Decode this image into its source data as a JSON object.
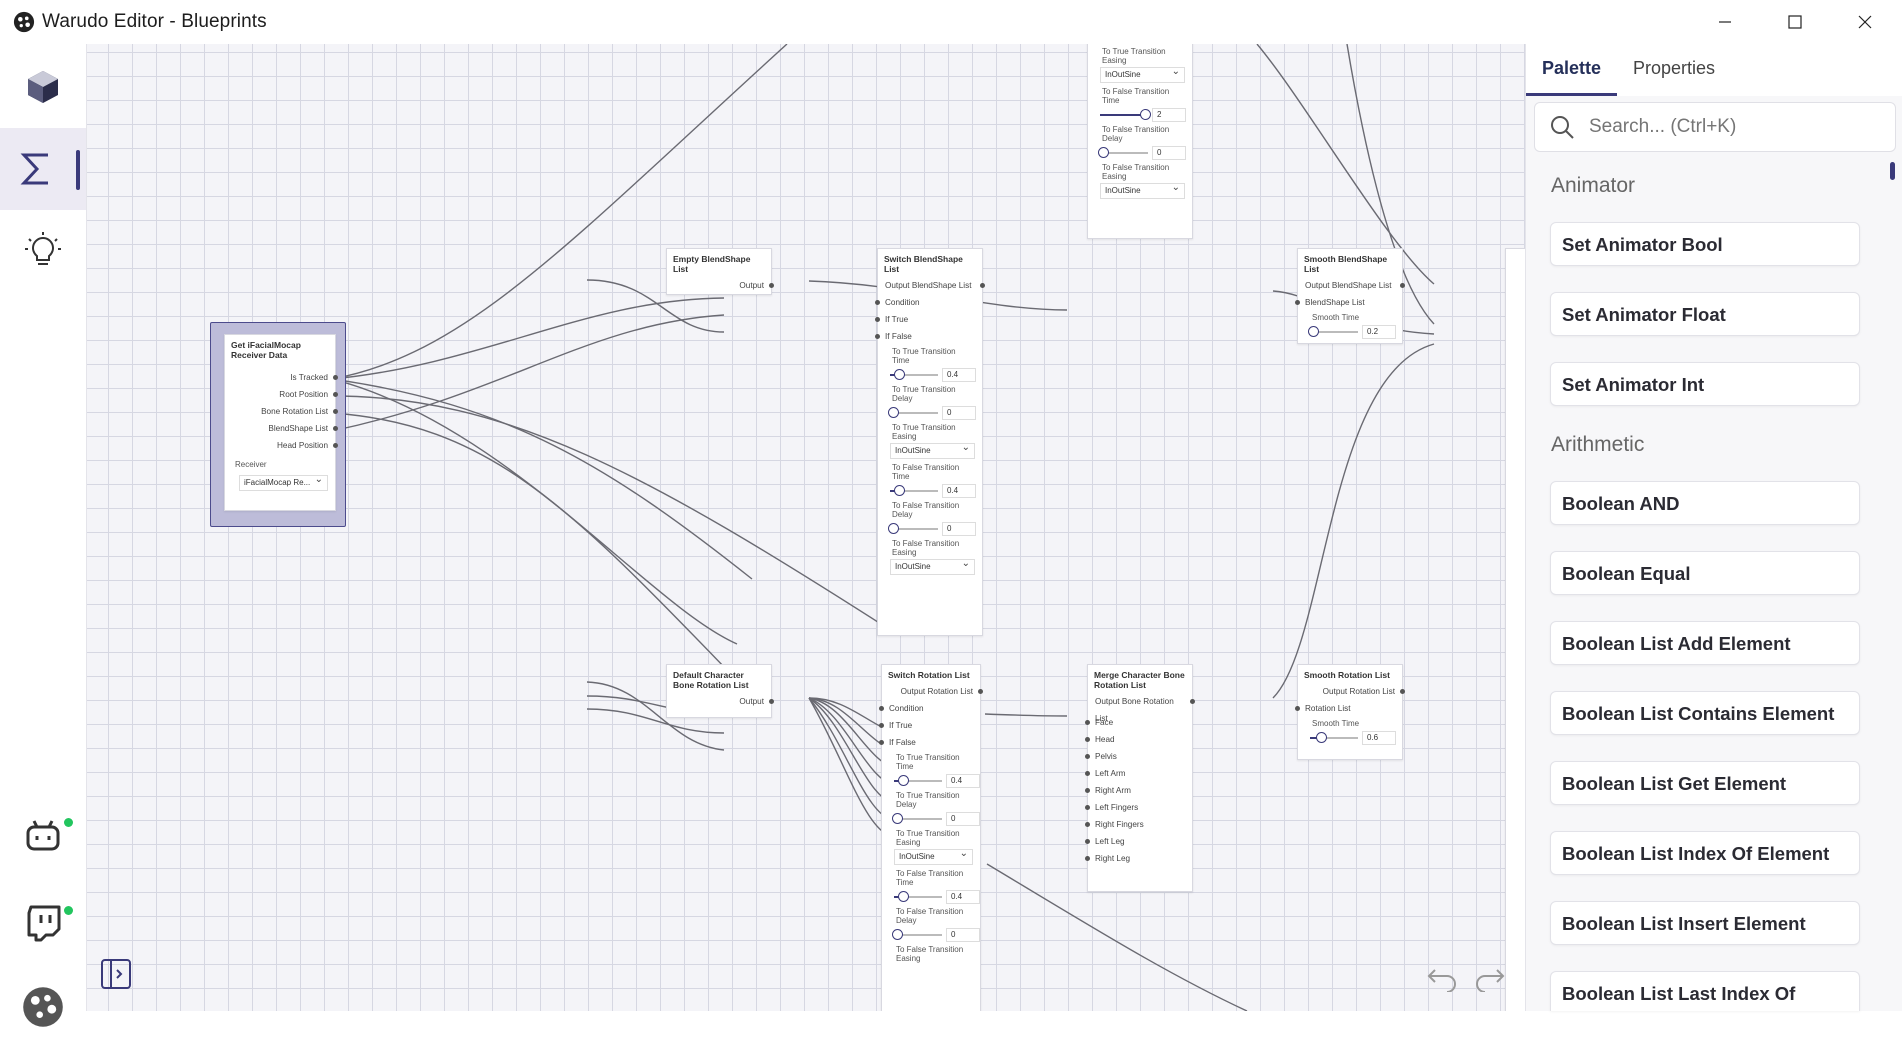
{
  "window": {
    "title": "Warudo Editor - Blueprints"
  },
  "nodes": {
    "get_ifacial": {
      "title": "Get iFacialMocap Receiver Data",
      "outputs": [
        "Is Tracked",
        "Root Position",
        "Bone Rotation List",
        "BlendShape List",
        "Head Position"
      ],
      "receiver_label": "Receiver",
      "receiver_value": "iFacialMocap Re..."
    },
    "empty_blendshape": {
      "title": "Empty BlendShape List",
      "output": "Output"
    },
    "switch_blendshape": {
      "title": "Switch BlendShape List",
      "output": "Output BlendShape List",
      "inputs": [
        "Condition",
        "If True",
        "If False"
      ],
      "t_time": "To True Transition Time",
      "t_time_val": "0.4",
      "t_delay": "To True Transition Delay",
      "t_delay_val": "0",
      "t_easing": "To True Transition Easing",
      "t_easing_val": "InOutSine",
      "f_time": "To False Transition Time",
      "f_time_val": "0.4",
      "f_delay": "To False Transition Delay",
      "f_delay_val": "0",
      "f_easing": "To False Transition Easing",
      "f_easing_val": "InOutSine"
    },
    "top_node": {
      "t_easing": "To True Transition Easing",
      "t_easing_val": "InOutSine",
      "f_time": "To False Transition Time",
      "f_time_val": "2",
      "f_delay": "To False Transition Delay",
      "f_delay_val": "0",
      "f_easing": "To False Transition Easing",
      "f_easing_val": "InOutSine"
    },
    "smooth_blendshape": {
      "title": "Smooth BlendShape List",
      "output": "Output BlendShape List",
      "input": "BlendShape List",
      "smooth_label": "Smooth Time",
      "smooth_val": "0.2"
    },
    "default_bone": {
      "title": "Default Character Bone Rotation List",
      "output": "Output"
    },
    "switch_rotation": {
      "title": "Switch Rotation List",
      "output": "Output Rotation List",
      "inputs": [
        "Condition",
        "If True",
        "If False"
      ],
      "t_time": "To True Transition Time",
      "t_time_val": "0.4",
      "t_delay": "To True Transition Delay",
      "t_delay_val": "0",
      "t_easing": "To True Transition Easing",
      "t_easing_val": "InOutSine",
      "f_time": "To False Transition Time",
      "f_time_val": "0.4",
      "f_delay": "To False Transition Delay",
      "f_delay_val": "0",
      "f_easing": "To False Transition Easing"
    },
    "merge_bone": {
      "title": "Merge Character Bone Rotation List",
      "output": "Output Bone Rotation List",
      "inputs": [
        "Face",
        "Head",
        "Pelvis",
        "Left Arm",
        "Right Arm",
        "Left Fingers",
        "Right Fingers",
        "Left Leg",
        "Right Leg"
      ]
    },
    "smooth_rotation": {
      "title": "Smooth Rotation List",
      "output": "Output Rotation List",
      "input": "Rotation List",
      "smooth_label": "Smooth Time",
      "smooth_val": "0.6"
    }
  },
  "panel": {
    "tabs": [
      "Palette",
      "Properties"
    ],
    "active_tab": "Palette",
    "search_placeholder": "Search... (Ctrl+K)",
    "sections": [
      {
        "title": "Animator",
        "items": [
          "Set Animator Bool",
          "Set Animator Float",
          "Set Animator Int"
        ]
      },
      {
        "title": "Arithmetic",
        "items": [
          "Boolean AND",
          "Boolean Equal",
          "Boolean List Add Element",
          "Boolean List Contains Element",
          "Boolean List Get Element",
          "Boolean List Index Of Element",
          "Boolean List Insert Element",
          "Boolean List Last Index Of"
        ]
      }
    ]
  },
  "colors": {
    "accent": "#3a3a7a",
    "selection": "#bdbcd9",
    "online": "#22c55e"
  },
  "icons": [
    "app-logo-icon",
    "minimize-icon",
    "maximize-icon",
    "close-icon",
    "cube-icon",
    "sigma-icon",
    "lightbulb-icon",
    "robot-icon",
    "twitch-icon",
    "warudo-icon",
    "sidebar-toggle-icon",
    "search-icon",
    "undo-icon",
    "redo-icon"
  ]
}
